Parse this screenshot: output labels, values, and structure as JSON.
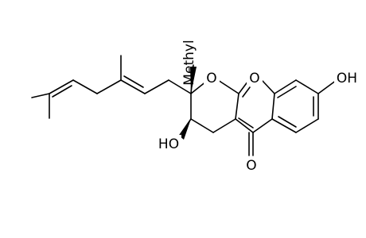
{
  "molecule": {
    "atoms": [
      {
        "id": "O1",
        "label": "O"
      },
      {
        "id": "O2",
        "label": "O"
      },
      {
        "id": "OH1",
        "label": "OH"
      },
      {
        "id": "OH2",
        "label": "HO"
      },
      {
        "id": "O3",
        "label": "O"
      },
      {
        "id": "ME",
        "label": "Methyl"
      }
    ]
  }
}
